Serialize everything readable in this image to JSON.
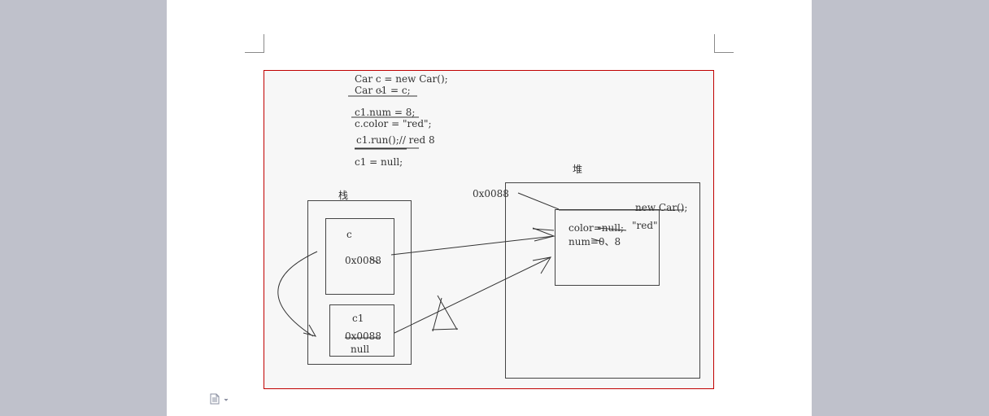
{
  "code_lines": [
    "Car c = new Car();",
    "Car c1 = c;",
    "c1.num = 8;",
    "c.color = \"red\";",
    "c1.run();// red 8",
    "c1 = null;"
  ],
  "labels": {
    "stack": "栈",
    "heap": "堆",
    "heap_address": "0x0088",
    "new_car": "new Car();",
    "field_color": "color=null;",
    "field_color_new": "\"red\"",
    "field_num": "num=0、8",
    "var_c": "c",
    "var_c_address": "0x0088",
    "var_c1": "c1",
    "var_c1_address": "0x0088",
    "var_c1_null": "null"
  },
  "colors": {
    "border_accent": "#c00000",
    "page_bg": "#ffffff",
    "app_bg": "#bfc1cb"
  },
  "icons": {
    "document": "document-icon"
  }
}
